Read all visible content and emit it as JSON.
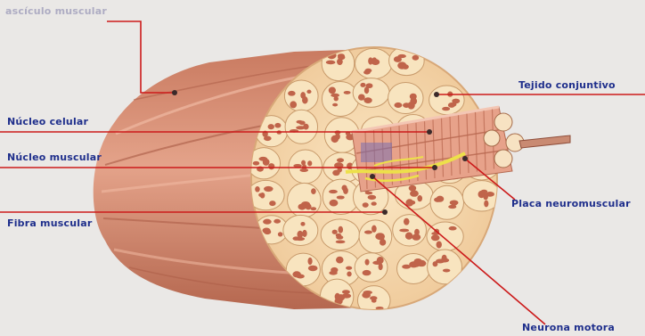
{
  "labels": {
    "fasciculo": "ascículo muscular",
    "tejido": "Tejido  conjuntivo",
    "nucleo_celular": "Núcleo celular",
    "nucleo_muscular": "Núcleo muscular",
    "placa": "Placa neuromuscular",
    "fibra": "Fibra muscular",
    "neurona": "Neurona motora"
  },
  "colors": {
    "background": "#eae8e6",
    "label_text": "#1f2f8c",
    "leader_line": "#cc1a1a",
    "muscle": "#d98e72",
    "muscle_dark": "#b86a52",
    "connective_tissue": "#f7dcae",
    "nerve": "#ede04a"
  }
}
